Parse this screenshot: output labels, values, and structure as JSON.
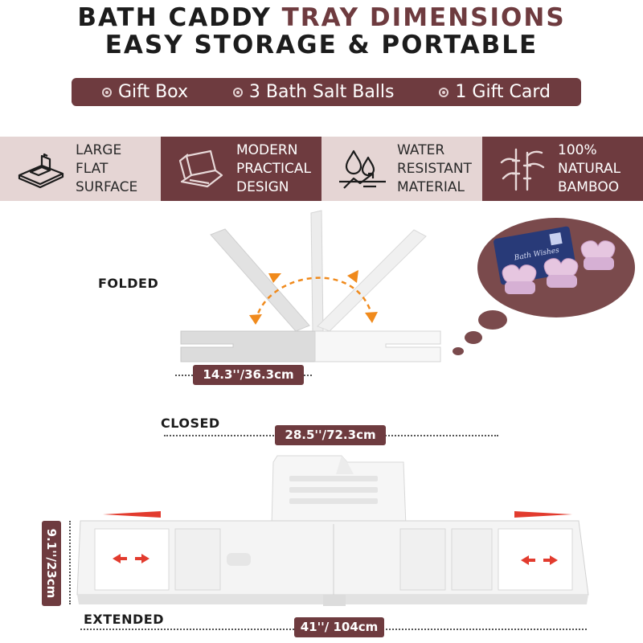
{
  "title": {
    "line1_part1": "BATH CADDY",
    "line1_part2": "TRAY DIMENSIONS",
    "line2": "EASY STORAGE & PORTABLE"
  },
  "included": [
    "Gift Box",
    "3 Bath Salt Balls",
    "1 Gift Card"
  ],
  "features": [
    {
      "icon": "flat-surface-icon",
      "lines": [
        "LARGE",
        "FLAT",
        "SURFACE"
      ]
    },
    {
      "icon": "laptop-icon",
      "lines": [
        "MODERN",
        "PRACTICAL",
        "DESIGN"
      ]
    },
    {
      "icon": "water-drops-icon",
      "lines": [
        "WATER",
        "RESISTANT",
        "MATERIAL"
      ]
    },
    {
      "icon": "bamboo-icon",
      "lines": [
        "100%",
        "NATURAL",
        "BAMBOO"
      ]
    }
  ],
  "labels": {
    "folded": "FOLDED",
    "closed": "CLOSED",
    "extended": "EXTENDED"
  },
  "dimensions": {
    "folded_width": "14.3''/36.3cm",
    "closed_width": "28.5''/72.3cm",
    "height": "9.1''/23cm",
    "extended_width": "41''/ 104cm"
  },
  "colors": {
    "accent": "#6e3b3f",
    "light_band": "#e5d5d4",
    "arrow_orange": "#f08a1c",
    "arrow_red": "#e23b2e"
  }
}
